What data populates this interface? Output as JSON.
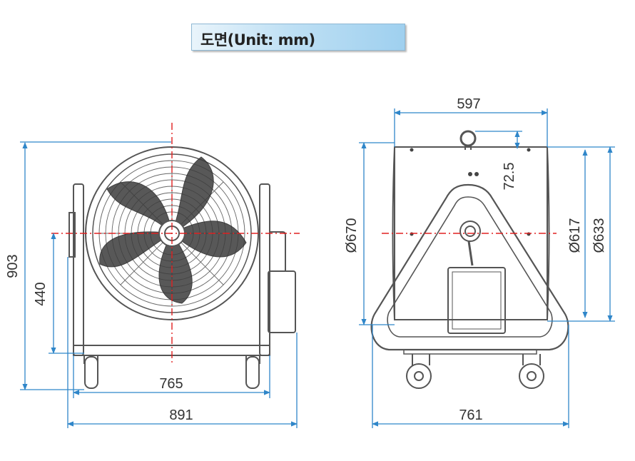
{
  "title": "도면(Unit: mm)",
  "colors": {
    "dimension_line": "#2f86c9",
    "center_line": "#e02020",
    "outline": "#555555",
    "title_bg": "#bfe0f4"
  },
  "front_view": {
    "overall_height": "903",
    "axis_height": "440",
    "frame_width": "765",
    "overall_width": "891"
  },
  "side_view": {
    "top_width": "597",
    "ring_offset": "72.5",
    "outer_diameter": "Ø670",
    "inner_diameter": "Ø617",
    "mid_diameter": "Ø633",
    "base_width": "761"
  }
}
